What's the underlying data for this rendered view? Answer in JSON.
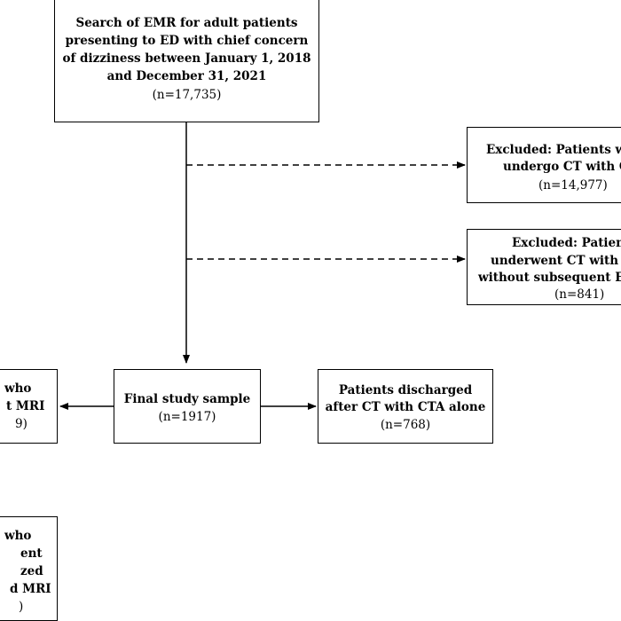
{
  "boxes": {
    "search": {
      "lines": [
        "Search of EMR for adult patients",
        "presenting to ED with chief concern",
        "of dizziness between January 1, 2018",
        "and December 31, 2021"
      ],
      "count": "(n=17,735)"
    },
    "excluded_ct": {
      "lines": [
        "Excluded: Patients w",
        "undergo CT with CT"
      ],
      "count": "(n=14,977)"
    },
    "excluded_ed": {
      "lines": [
        "Excluded: Patien",
        "underwent CT with C",
        "without subsequent E"
      ],
      "count": "(n=841)"
    },
    "final": {
      "lines": [
        "Final study sample"
      ],
      "count": "(n=1917)"
    },
    "discharged": {
      "lines": [
        "Patients discharged",
        "after CT with CTA alone"
      ],
      "count": "(n=768)"
    },
    "left_mri": {
      "lines": [
        "who",
        "t MRI"
      ],
      "count": "9)"
    },
    "left_hosp": {
      "lines": [
        "who",
        "ent",
        "zed",
        "d MRI"
      ],
      "count": ")"
    }
  }
}
